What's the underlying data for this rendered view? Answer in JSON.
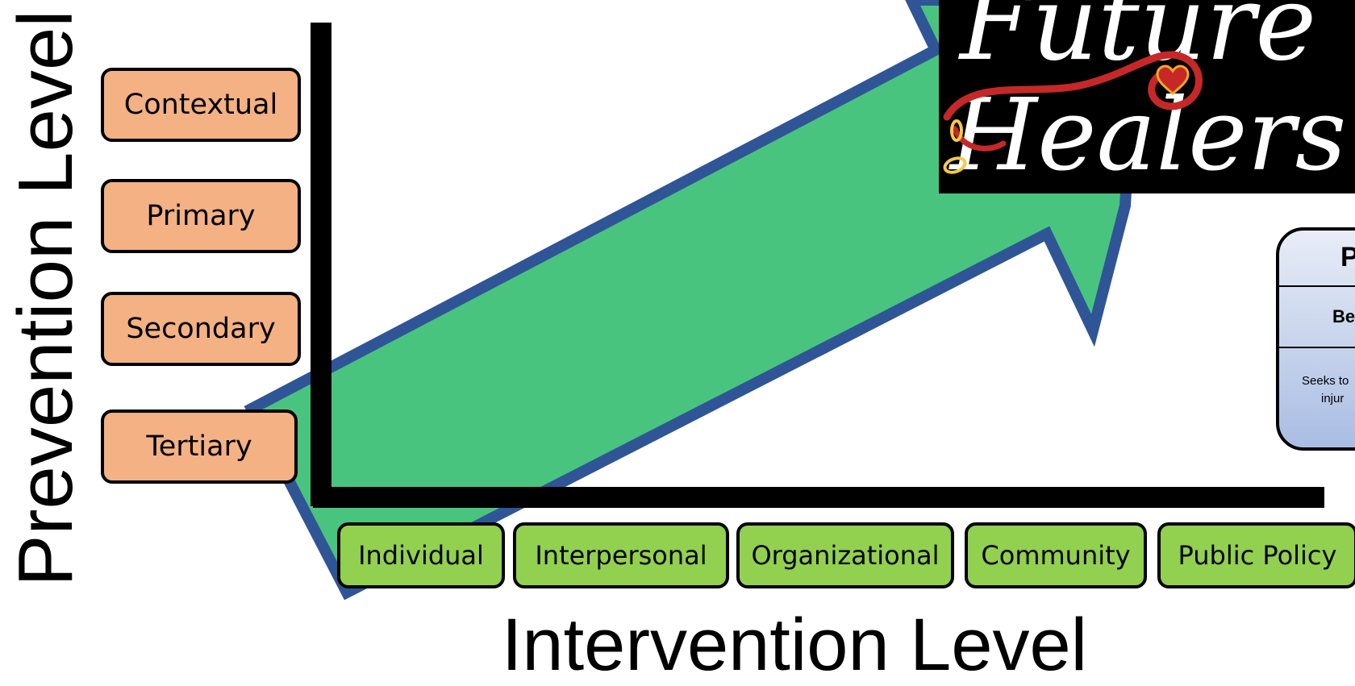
{
  "axes": {
    "y_title": "Prevention Level",
    "x_title": "Intervention Level"
  },
  "prevention_levels": [
    "Contextual",
    "Primary",
    "Secondary",
    "Tertiary"
  ],
  "intervention_levels": [
    "Individual",
    "Interpersonal",
    "Organizational",
    "Community",
    "Public Policy"
  ],
  "logo": {
    "line1": "Future",
    "line2": "Healers"
  },
  "side_table": {
    "header": "P",
    "row1": "Bef",
    "row2_line1": "Seeks to",
    "row2_line2": "injur"
  },
  "colors": {
    "prevention_fill": "#f4b183",
    "intervention_fill": "#92d050",
    "arrow_fill": "#49c47f",
    "arrow_outline": "#2f5597",
    "logo_accent": "#c62828"
  },
  "icons": [
    "diagonal-arrow-icon",
    "heart-icon"
  ]
}
